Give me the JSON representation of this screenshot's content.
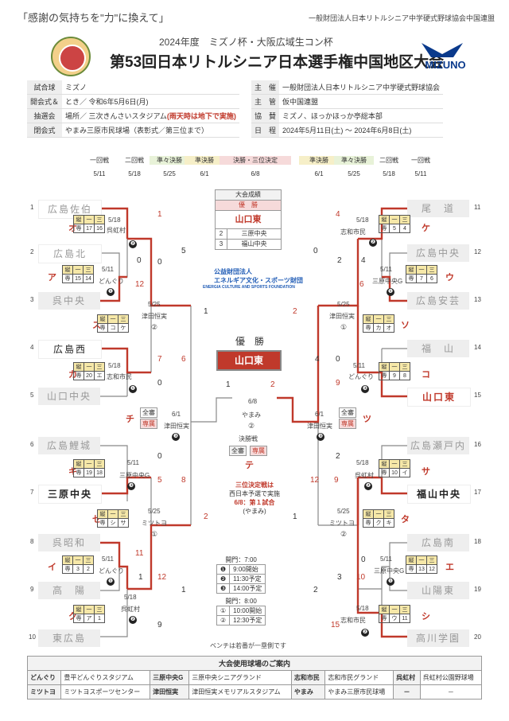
{
  "header": {
    "slogan": "「感謝の気持ちを\"力\"に換えて」",
    "org": "一般財団法人日本リトルシニア中学硬式野球協会中国連盟",
    "subtitle": "2024年度　ミズノ杯・大阪広域生コン杯",
    "title": "第53回日本リトルシニア日本選手権中国地区大会",
    "sponsor_logo": "MIZUNO"
  },
  "info_left": [
    {
      "label": "試合球",
      "value": "ミズノ"
    },
    {
      "label": "開会式＆",
      "value": "とき／ 令和6年5月6日(月)"
    },
    {
      "label": "抽選会",
      "value": "場所／ 三次きんさいスタジアム",
      "note": "(雨天時は地下で実施)"
    },
    {
      "label": "閉会式",
      "value": "やまみ三原市民球場（表彰式／第三位まで）"
    }
  ],
  "info_right": [
    {
      "label": "主　催",
      "value": "一般財団法人日本リトルシニア中学硬式野球協会"
    },
    {
      "label": "主　管",
      "value": "仮中国連盟"
    },
    {
      "label": "協　賛",
      "value": "ミズノ、ほっかほっか亭総本部"
    },
    {
      "label": "日　程",
      "value": "2024年5月11日(土) 〜 2024年6月8日(土)"
    }
  ],
  "rounds": [
    {
      "label": "一回戦",
      "date": "5/11"
    },
    {
      "label": "二回戦",
      "date": "5/18"
    },
    {
      "label": "準々決勝",
      "date": "5/25"
    },
    {
      "label": "準決勝",
      "date": "6/1"
    },
    {
      "label": "決勝・三位決定",
      "date": "6/8"
    },
    {
      "label": "準決勝",
      "date": "6/1"
    },
    {
      "label": "準々決勝",
      "date": "5/25"
    },
    {
      "label": "二回戦",
      "date": "5/18"
    },
    {
      "label": "一回戦",
      "date": "5/11"
    }
  ],
  "teams_left": [
    {
      "seed": "1",
      "name": "広島佐伯"
    },
    {
      "seed": "2",
      "name": "広島北"
    },
    {
      "seed": "3",
      "name": "呉中央"
    },
    {
      "seed": "4",
      "name": "広島西"
    },
    {
      "seed": "5",
      "name": "山口中央"
    },
    {
      "seed": "6",
      "name": "広島鯉城"
    },
    {
      "seed": "7",
      "name": "三原中央"
    },
    {
      "seed": "8",
      "name": "呉昭和"
    },
    {
      "seed": "9",
      "name": "高　陽"
    },
    {
      "seed": "10",
      "name": "東広島"
    }
  ],
  "teams_right": [
    {
      "seed": "11",
      "name": "尾　道"
    },
    {
      "seed": "12",
      "name": "広島中央"
    },
    {
      "seed": "13",
      "name": "広島安芸"
    },
    {
      "seed": "14",
      "name": "福　山"
    },
    {
      "seed": "15",
      "name": "山口東"
    },
    {
      "seed": "16",
      "name": "広島瀬戸内"
    },
    {
      "seed": "17",
      "name": "福山中央"
    },
    {
      "seed": "18",
      "name": "広島南"
    },
    {
      "seed": "19",
      "name": "山陽東"
    },
    {
      "seed": "20",
      "name": "高川学園"
    }
  ],
  "scoreboards": {
    "hdr": [
      "縦",
      "一",
      "三"
    ],
    "o": [
      "専",
      "17",
      "16"
    ],
    "a": [
      "専",
      "15",
      "14"
    ],
    "s": [
      "専",
      "コ",
      "ケ"
    ],
    "k": [
      "専",
      "20",
      "エ"
    ],
    "ki": [
      "専",
      "19",
      "18"
    ],
    "se": [
      "専",
      "シ",
      "サ"
    ],
    "i": [
      "専",
      "3",
      "2"
    ],
    "ku": [
      "専",
      "ア",
      "1"
    ],
    "ke": [
      "専",
      "5",
      "4"
    ],
    "u": [
      "専",
      "7",
      "6"
    ],
    "so": [
      "専",
      "カ",
      "オ"
    ],
    "ko": [
      "専",
      "9",
      "8"
    ],
    "sa": [
      "専",
      "10",
      "イ"
    ],
    "ta": [
      "専",
      "ク",
      "キ"
    ],
    "e": [
      "専",
      "13",
      "12"
    ],
    "shi": [
      "専",
      "ウ",
      "11"
    ]
  },
  "games_left": [
    {
      "d": "5/18",
      "v": "呉虹村"
    },
    {
      "d": "5/11",
      "v": "どんぐり"
    },
    {
      "d": "5/25",
      "v": "津田恒実"
    },
    {
      "d": "5/18",
      "v": "志和市民"
    },
    {
      "d": "6/1",
      "v": "津田恒実"
    },
    {
      "d": "5/11",
      "v": "三原中央G"
    },
    {
      "d": "5/25",
      "v": "ミツトヨ"
    },
    {
      "d": "5/11",
      "v": "どんぐり"
    },
    {
      "d": "5/18",
      "v": "呉虹村"
    }
  ],
  "games_right": [
    {
      "d": "5/18",
      "v": "志和市民"
    },
    {
      "d": "5/11",
      "v": "三原中央G"
    },
    {
      "d": "5/25",
      "v": "津田恒実"
    },
    {
      "d": "5/11",
      "v": "どんぐり"
    },
    {
      "d": "6/1",
      "v": "津田恒実"
    },
    {
      "d": "5/18",
      "v": "呉虹村"
    },
    {
      "d": "5/25",
      "v": "ミツトヨ"
    },
    {
      "d": "5/11",
      "v": "三原中央G"
    },
    {
      "d": "5/18",
      "v": "志和市民"
    }
  ],
  "result_panel": {
    "head": "大会成績",
    "champ_label": "優　勝",
    "champ": "山口東",
    "p2": "2",
    "t2": "三原中央",
    "p3": "3",
    "t3": "福山中央"
  },
  "fund": {
    "l1": "公益財団法人",
    "l2": "エネルギア文化・スポーツ財団",
    "l3": "ENERGIA CULTURE AND SPORTS FOUNDATION"
  },
  "final": {
    "label": "優　勝",
    "champ": "山口東",
    "date": "6/8",
    "venue": "やまみ",
    "no": "②",
    "name": "決勝戦",
    "tagL": "全審",
    "tagR": "専属",
    "semiL_tagA": "全審",
    "semiL_tagB": "専属",
    "semiR_tagA": "全審",
    "semiR_tagB": "専属",
    "third1": "三位決定戦は",
    "third2": "西日本予選で実施",
    "third3": "6/8：第１試合",
    "third4": "(やまみ)"
  },
  "times": {
    "open1": "開門：7:00",
    "rows1": [
      [
        "❶",
        "9:00開始"
      ],
      [
        "❷",
        "11:30予定"
      ],
      [
        "❸",
        "14:00予定"
      ]
    ],
    "open2": "開門：8:00",
    "rows2": [
      [
        "①",
        "10:00開始"
      ],
      [
        "②",
        "12:30予定"
      ]
    ],
    "note": "ベンチは若番が一塁側です"
  },
  "venues": {
    "title": "大会使用球場のご案内",
    "rows": [
      [
        [
          "どんぐり",
          "豊平どんぐりスタジアム"
        ],
        [
          "三原中央G",
          "三原中央シニアグランド"
        ],
        [
          "志和市民",
          "志和市民グランド"
        ],
        [
          "呉虹村",
          "呉虹村公園野球場"
        ]
      ],
      [
        [
          "ミツトヨ",
          "ミツトヨスポーツセンター"
        ],
        [
          "津田恒実",
          "津田恒実メモリアルスタジアム"
        ],
        [
          "やまみ",
          "やまみ三原市民球場"
        ],
        [
          "－",
          "－"
        ]
      ]
    ]
  },
  "colors": {
    "accent": "#c0392b",
    "line": "#c0392b",
    "gray": "#888888"
  }
}
